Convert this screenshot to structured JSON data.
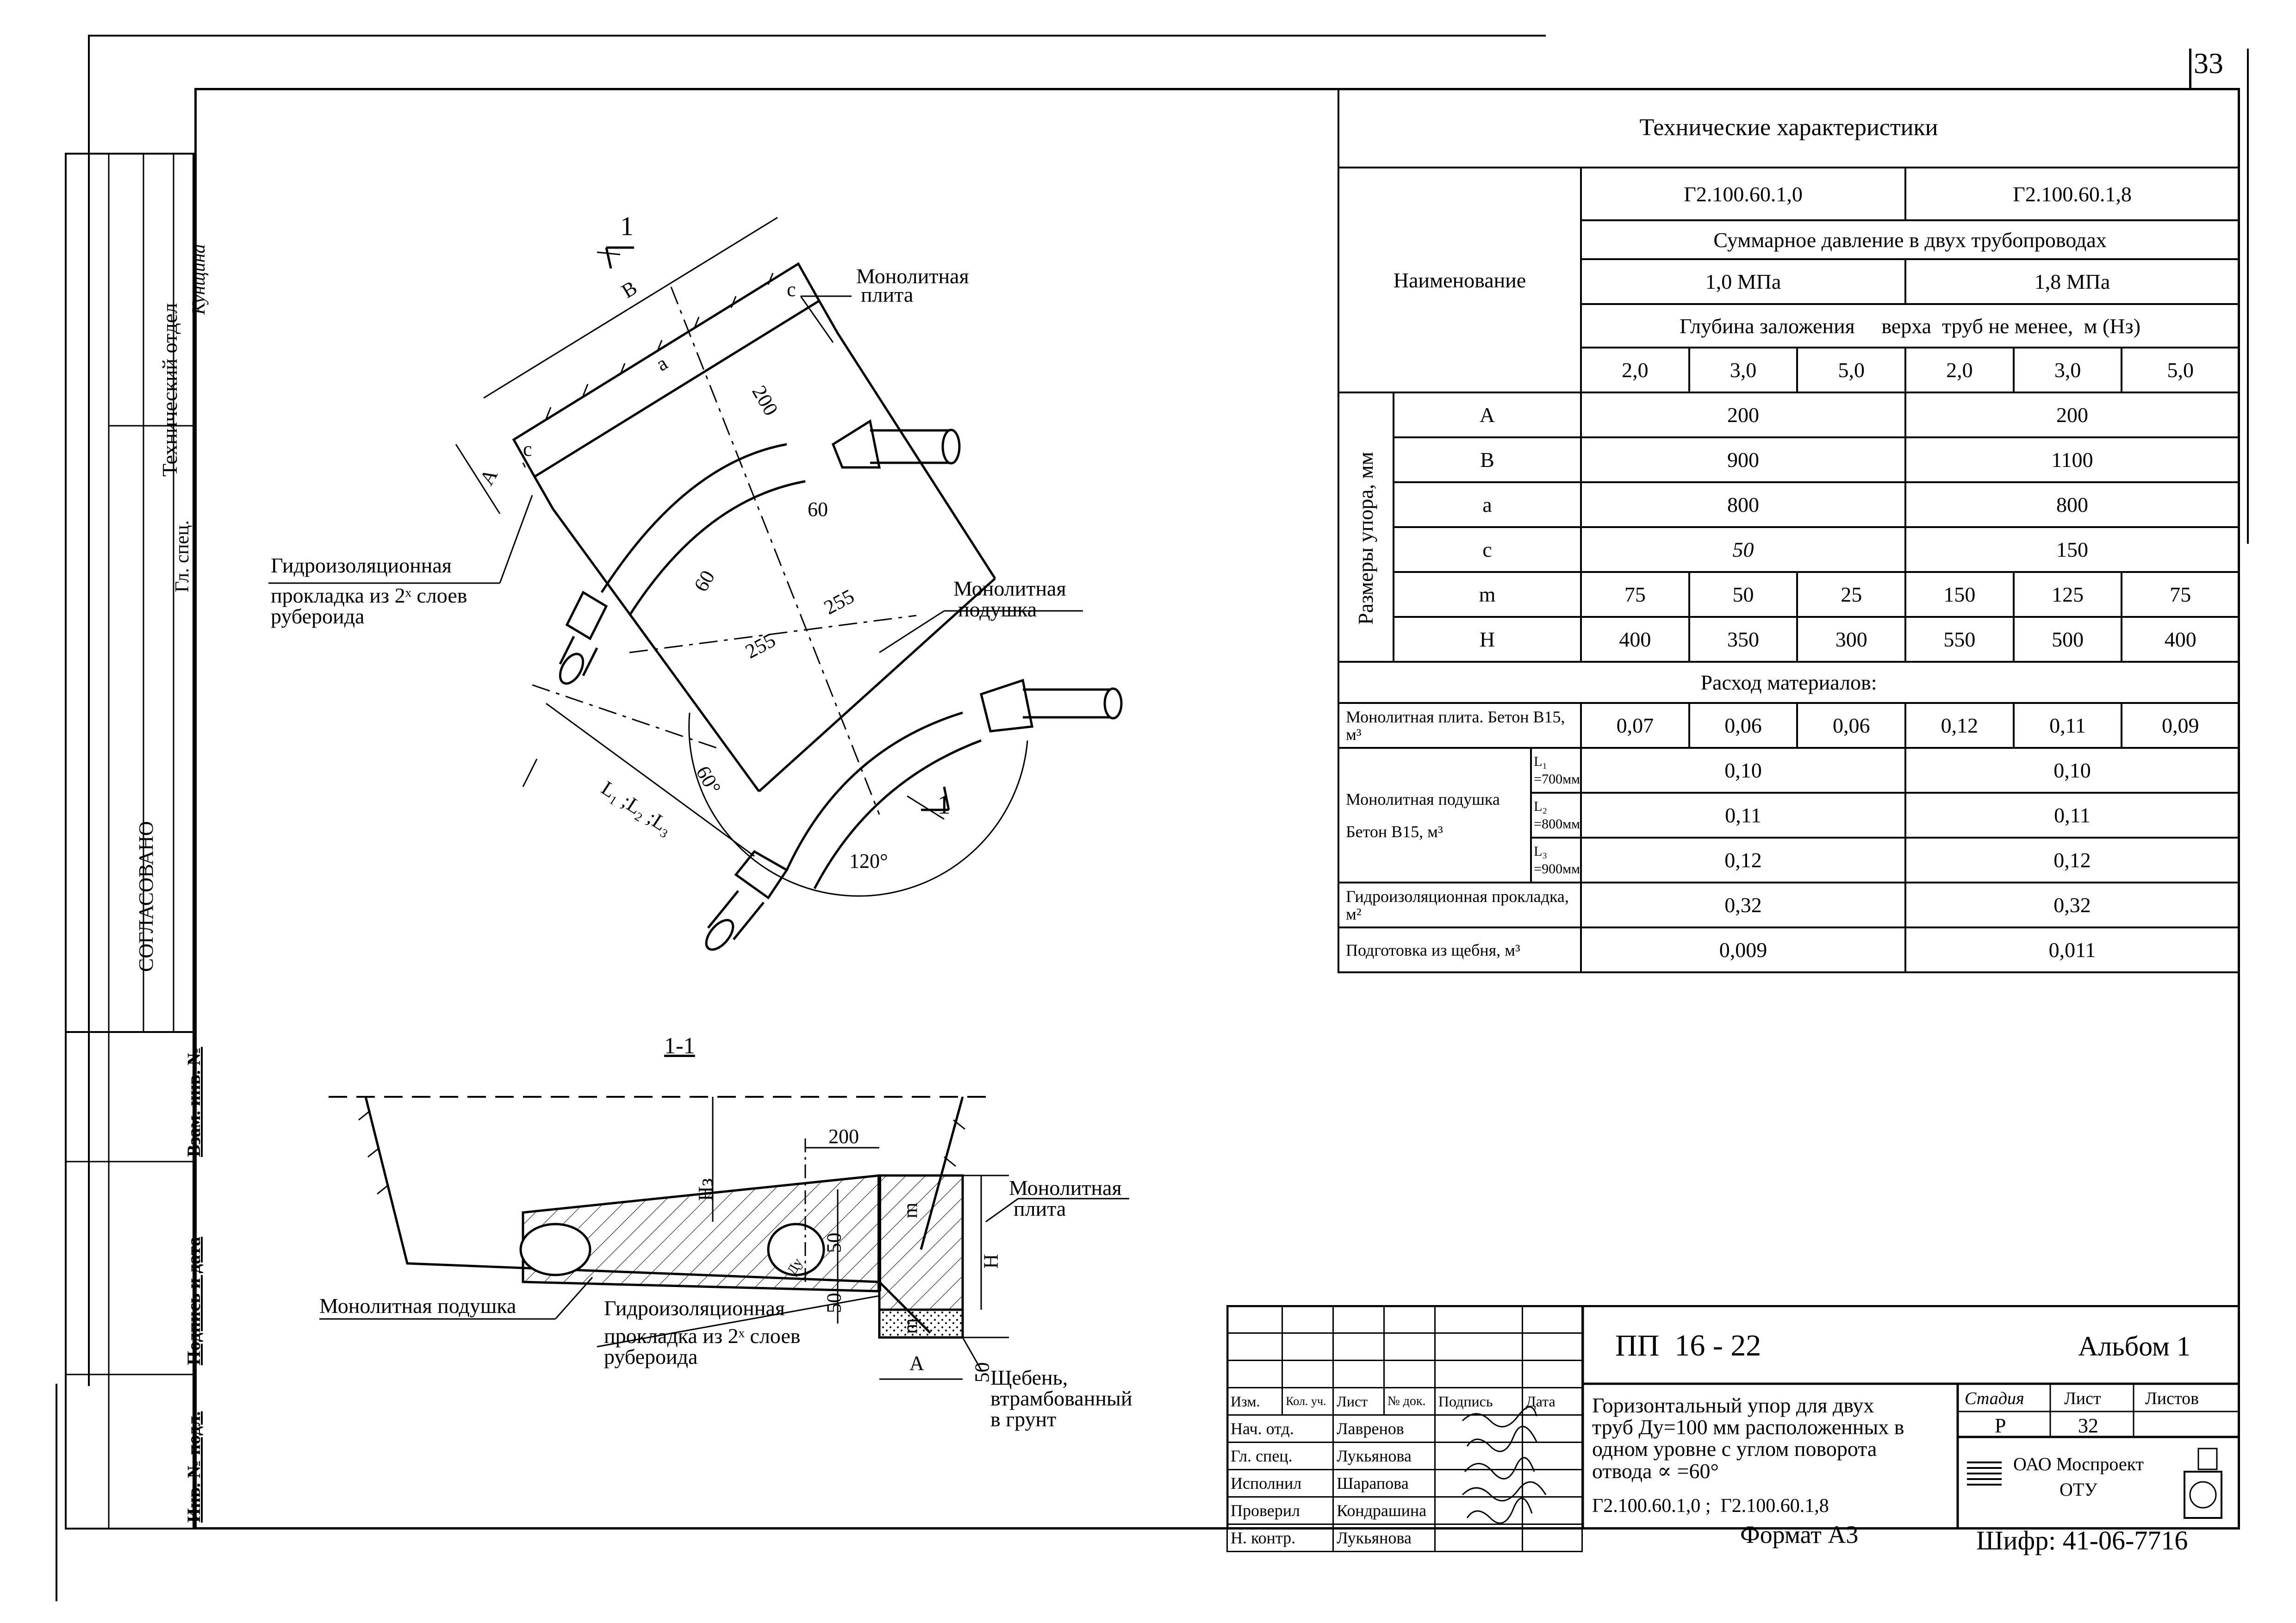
{
  "page_number": "33",
  "side_strip": {
    "department": "Технический отдел",
    "head_spec": "Гл. спец.",
    "signatory": "Кунщина",
    "agreed": "СОГЛАСОВАНО",
    "inv_replace": "Взам. инв. №",
    "sign_date": "Подпись и дата",
    "inv_orig": "Инв. № подл."
  },
  "tech_table": {
    "title": "Технические характеристики",
    "name_col": "Наименование",
    "variant_1": "Г2.100.60.1,0",
    "variant_2": "Г2.100.60.1,8",
    "total_pressure": "Суммарное давление в двух трубопроводах",
    "pressure_1": "1,0 МПа",
    "pressure_2": "1,8 МПа",
    "depth_label": "Глубина заложения     верха  труб не менее,  м (Нз)",
    "depths": [
      "2,0",
      "3,0",
      "5,0",
      "2,0",
      "3,0",
      "5,0"
    ],
    "dims_group": "Размеры упора, мм",
    "rows": [
      {
        "name": "А",
        "v1": "200",
        "v2": "200"
      },
      {
        "name": "В",
        "v1": "900",
        "v2": "1100"
      },
      {
        "name": "а",
        "v1": "800",
        "v2": "800"
      },
      {
        "name": "с",
        "v1": "50",
        "v2": "150"
      }
    ],
    "row_m": {
      "name": "m",
      "values": [
        "75",
        "50",
        "25",
        "150",
        "125",
        "75"
      ]
    },
    "row_h": {
      "name": "Н",
      "values": [
        "400",
        "350",
        "300",
        "550",
        "500",
        "400"
      ]
    },
    "materials": "Расход материалов:",
    "slab_label": "Монолитная плита. Бетон В15, м³",
    "slab_values": [
      "0,07",
      "0,06",
      "0,06",
      "0,12",
      "0,11",
      "0,09"
    ],
    "cushion_label": "Монолитная подушка Бетон В15, м³",
    "cushion_rows": [
      {
        "len": "L₁ =700мм",
        "v1": "0,10",
        "v2": "0,10"
      },
      {
        "len": "L₂ =800мм",
        "v1": "0,11",
        "v2": "0,11"
      },
      {
        "len": "L₃ =900мм",
        "v1": "0,12",
        "v2": "0,12"
      }
    ],
    "waterproof_label": "Гидроизоляционная прокладка, м²",
    "waterproof_v1": "0,32",
    "waterproof_v2": "0,32",
    "gravel_label": "Подготовка из щебня, м³",
    "gravel_v1": "0,009",
    "gravel_v2": "0,011"
  },
  "plan_view": {
    "section_mark": "1",
    "dim_b": "В",
    "dim_a": "а",
    "dim_c": "с",
    "dim_A": "А",
    "dim_200": "200",
    "dim_60a": "60",
    "dim_60b": "60",
    "dim_255a": "255",
    "dim_255b": "255",
    "dim_L": "L₁ ;L₂ ;L₃",
    "angle_60": "60°",
    "angle_120": "120°",
    "slab_label_1": "Монолитная",
    "slab_label_2": "плита",
    "cushion_label_1": "Монолитная",
    "cushion_label_2": "подушка",
    "wp_label_1": "Гидроизоляционная",
    "wp_label_2": "прокладка из 2ˣ слоев",
    "wp_label_3": "рубероида"
  },
  "section_view": {
    "title": "1-1",
    "dim_200": "200",
    "dim_hz": "Нз",
    "dim_m1": "m",
    "dim_m2": "m",
    "dim_50a": "50",
    "dim_50b": "50",
    "dim_50c": "50",
    "dim_h": "Н",
    "dim_A": "А",
    "pipe_label": "Ду",
    "slab_label_1": "Монолитная",
    "slab_label_2": "плита",
    "cushion_label": "Монолитная подушка",
    "wp_label_1": "Гидроизоляционная",
    "wp_label_2": "прокладка из 2ˣ слоев",
    "wp_label_3": "рубероида",
    "gravel_1": "Щебень,",
    "gravel_2": "втрамбованный",
    "gravel_3": "в грунт"
  },
  "title_block": {
    "code": "ПП  16 - 22",
    "album": "Альбом 1",
    "headers": [
      "Изм.",
      "Кол. уч.",
      "Лист",
      "№ док.",
      "Подпись",
      "Дата"
    ],
    "people": [
      {
        "role": "Нач. отд.",
        "name": "Лавренов"
      },
      {
        "role": "Гл. спец.",
        "name": "Лукьянова"
      },
      {
        "role": "Исполнил",
        "name": "Шарапова"
      },
      {
        "role": "Проверил",
        "name": "Кондрашина"
      },
      {
        "role": "Н. контр.",
        "name": "Лукьянова"
      }
    ],
    "description_1": "Горизонтальный упор для двух",
    "description_2": "труб Ду=100 мм расположенных в",
    "description_3": "одном уровне с углом поворота",
    "description_4": "отвода ∝ =60°",
    "description_5": "Г2.100.60.1,0 ;  Г2.100.60.1,8",
    "stage_h": "Стадия",
    "sheet_h": "Лист",
    "sheets_h": "Листов",
    "stage": "Р",
    "sheet": "32",
    "sheets": "",
    "org_1": "ОАО Моспроект",
    "org_2": "ОТУ",
    "format": "Формат А3",
    "cipher": "Шифр: 41-06-7716"
  }
}
